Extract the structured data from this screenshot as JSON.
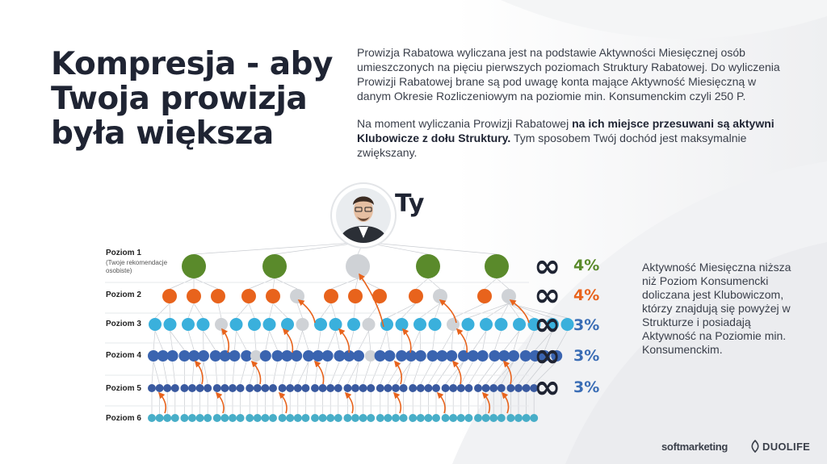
{
  "title": {
    "line1": "Kompresja - aby",
    "line2": "Twoja prowizja",
    "line3": "była większa"
  },
  "intro": {
    "paragraph1": "Prowizja Rabatowa wyliczana jest na podstawie Aktywności Miesięcznej osób umieszczonych na pięciu pierwszych poziomach Struktury Rabatowej. Do wyliczenia Prowizji Rabatowej brane są pod uwagę konta mające Aktywność Miesięczną w danym Okresie Rozliczeniowym na poziomie min. Konsumenckim czyli 250 P.",
    "paragraph2_start": "Na moment wyliczania Prowizji Rabatowej ",
    "paragraph2_bold": "na ich miejsce przesuwani są aktywni Klubowicze z dołu Struktury.",
    "paragraph2_end": " Tym sposobem Twój dochód jest maksymalnie zwiększany."
  },
  "top_label": "Ty",
  "levels": [
    {
      "name": "Poziom 1",
      "sub": "(Twoje rekomendacje osobiste)",
      "percent": "4%",
      "color": "#5a8a2b"
    },
    {
      "name": "Poziom 2",
      "sub": "",
      "percent": "4%",
      "color": "#e8631c"
    },
    {
      "name": "Poziom 3",
      "sub": "",
      "percent": "3%",
      "color": "#3aaad6"
    },
    {
      "name": "Poziom 4",
      "sub": "",
      "percent": "3%",
      "color": "#3a5aa8"
    },
    {
      "name": "Poziom 5",
      "sub": "",
      "percent": "3%",
      "color": "#3a5aa8"
    },
    {
      "name": "Poziom 6",
      "sub": "",
      "percent": "",
      "color": ""
    }
  ],
  "side_note": "Aktywność Miesięczna niższa niż Poziom Konsumencki doliczana jest Klubowiczom, którzy znajdują się powyżej w Strukturze i posiadają Aktywność na Poziomie min. Konsumenckim.",
  "brands": {
    "left": "softmarketing",
    "right": "DUOLIFE"
  },
  "icons": {
    "infinity": "infinity-icon",
    "avatar": "person-avatar",
    "duolife": "duolife-logo-icon"
  },
  "colors": {
    "level1": "#5a8a2b",
    "level2": "#e8631c",
    "level3": "#3ab0dc",
    "level4": "#3a64b0",
    "level5": "#3a5aa0",
    "level6": "#48aec8",
    "inactive": "#cfd2d6",
    "arrow": "#e8631c",
    "pct_green": "#5a8a2b",
    "pct_orange": "#e8631c",
    "pct_blue": "#3a6db5"
  }
}
